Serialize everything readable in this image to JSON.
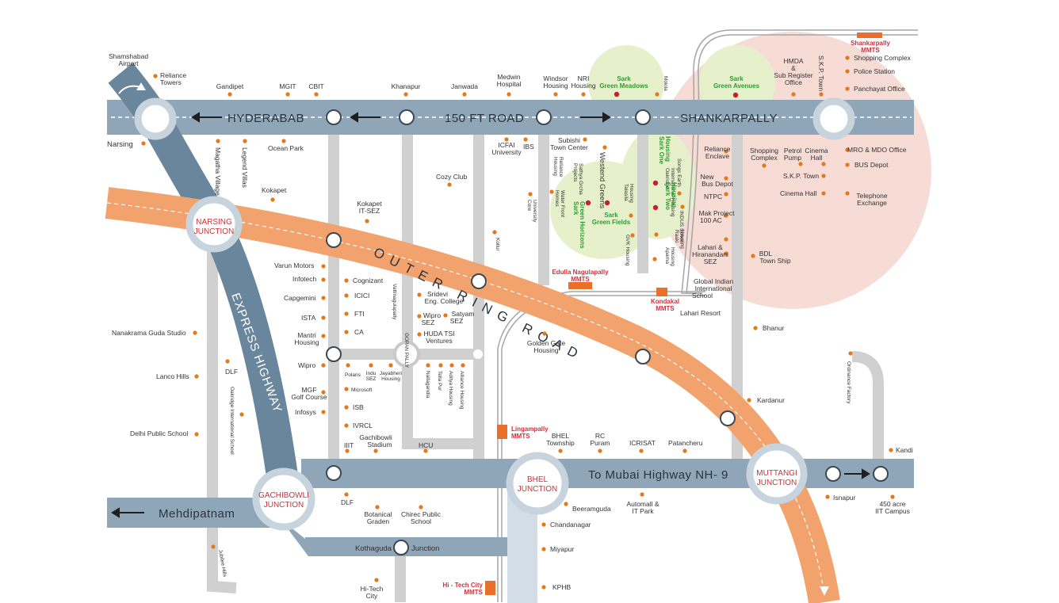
{
  "colors": {
    "highway": "#8fa6b9",
    "express": "#6a869d",
    "orr": "#f2a26d",
    "minor_road": "#d0d0d0",
    "zone_pink": "#f7dcd5",
    "zone_green": "#e6f1cc",
    "dot": "#e27a1b",
    "junction_text": "#c8343a",
    "green_text": "#2f9a32",
    "red_text": "#d2303c"
  },
  "roads": {
    "main_left": "HYDERABAB",
    "main_mid": "150 FT ROAD",
    "main_right": "SHANKARPALLY",
    "outer_ring": "OUTER RING ROAD",
    "express": "EXPRESS HIGHWAY",
    "bottom": "To Mubai Highway NH- 9",
    "left_bottom": "Mehdipatnam",
    "kothaguda_a": "Kothaguda",
    "kothaguda_b": "Junction"
  },
  "junctions": {
    "narsing": [
      "NARSING",
      "JUNCTION"
    ],
    "gachibowli": [
      "GACHIBOWLI",
      "JUNCTION"
    ],
    "bhel": [
      "BHEL",
      "JUNCTION"
    ],
    "muttangi": [
      "MUTTANGI",
      "JUNCTION"
    ]
  },
  "places": {
    "shamshabad": [
      "Shamshabad",
      "Airport"
    ],
    "reliance_towers": [
      "Reliance",
      "Towers"
    ],
    "gandipet": "Gandipet",
    "mgit": "MGIT",
    "cbit": "CBIT",
    "khanapur": "Khanapur",
    "janwada": "Janwada",
    "medwin": [
      "Medwin",
      "Hospital"
    ],
    "windsor": [
      "Windsor",
      "Housing"
    ],
    "nri": [
      "NRI",
      "Housing"
    ],
    "mokila": "Mokila",
    "hmda": [
      "HMDA",
      "&",
      "Sub Register",
      "Office"
    ],
    "skp_town_top": "S.K.P. Town",
    "shopping_complex_r": "Shopping Complex",
    "police_station": "Police Station",
    "panchayat": "Panchayat Office",
    "narsing": "Narsing",
    "magatha": "Magatha Village",
    "legend_villas": "Legend Villas",
    "ocean_park": "Ocean Park",
    "kokapet": "Kokapet",
    "kokapet_sez": [
      "Kokapet",
      "IT-SEZ"
    ],
    "cozy_club": "Cozy Club",
    "icfai": [
      "ICFAI",
      "University"
    ],
    "ibs": "IBS",
    "subishi": [
      "Subishi",
      "Town Center"
    ],
    "reliance_housing": [
      "Reliance",
      "Housing"
    ],
    "sathya": [
      "Sathya Grcha",
      "Projects"
    ],
    "westend": "Westend Greens",
    "water_front": [
      "Water Front",
      "Homes"
    ],
    "core_univ": [
      "Core",
      "University"
    ],
    "kollur": "Kollur",
    "talasila": [
      "Talasila",
      "Housing"
    ],
    "oakridge_intl": [
      "Oakridge",
      "International Housing"
    ],
    "songs_earth": "Songs Earth",
    "reliance_enclave": [
      "Reliance",
      "Enclave"
    ],
    "shopping_complex_m": [
      "Shopping",
      "Complex"
    ],
    "petrol_pump": [
      "Petrol",
      "Pump"
    ],
    "cinema_hall_top": [
      "Cinema",
      "Hall"
    ],
    "mro": "MRO & MDO Office",
    "bus_depot": "BUS Depot",
    "new_bus_depot": [
      "New",
      "Bus Depot"
    ],
    "ntpc": "NTPC",
    "skp_town_mid": "S.K.P. Town",
    "cinema_hall_mid": "Cinema Hall",
    "telephone": [
      "Telephone",
      "Exchange"
    ],
    "mak_project": [
      "Mak Project",
      "100 AC"
    ],
    "indus_school": "INDUS School",
    "gvk": "GVK Housing",
    "aparna": [
      "Aparna",
      "Housing"
    ],
    "raaki": [
      "Raaki",
      "Housing"
    ],
    "lahari_hiranandani": [
      "Lahari &",
      "Hiranandani",
      "SEZ"
    ],
    "bdl": [
      "BDL",
      "Town Ship"
    ],
    "global_indian": [
      "Global Indian",
      "International",
      "School"
    ],
    "lahari_resort": "Lahari Resort",
    "bhanur": "Bhanur",
    "varun": "Varun Motors",
    "infotech": "Infotech",
    "capgemini": "Capgemini",
    "ista": "ISTA",
    "mantri": [
      "Mantri",
      "Housing"
    ],
    "cognizant": "Cognizant",
    "icici": "ICICI",
    "fti": "FTI",
    "ca": "CA",
    "vattinagulapally": "Vattinagulapally",
    "sridevi": [
      "Sridevi",
      "Eng. College"
    ],
    "wipro_sez": [
      "Wipro",
      "SEZ"
    ],
    "satyam_sez": [
      "Satyam",
      "SEZ"
    ],
    "huda": [
      "HUDA TSI",
      "Ventures"
    ],
    "golden_gate": [
      "Golden Gate",
      "Housing"
    ],
    "nanakramaguda": "Nanakrama Guda Studio",
    "lanco": "Lanco Hills",
    "dlf_left": "DLF",
    "oakridge_school": "Oakridge International School",
    "delhi_public": "Delhi Public School",
    "wipro": "Wipro",
    "mgf": [
      "MGF",
      "Golf Course"
    ],
    "infosys": "Infosys",
    "gopan": "GOPAN PALLY",
    "polaris": "Polaris",
    "indu_sez": [
      "Indu",
      "SEZ"
    ],
    "jayabheri": [
      "Jayabheri",
      "Housing"
    ],
    "microsoft": "Microsoft",
    "isb": "ISB",
    "ivrcl": "IVRCL",
    "nallagandla": "Nallagandla",
    "tella_pur": "Tella Pur",
    "aditya": "Aditya Housing",
    "alliance": "Alliance Housing",
    "gachibowli_stadium": [
      "Gachibowli",
      "Stadium"
    ],
    "iiit": "IIIT",
    "hcu": "HCU",
    "bhel_township": [
      "BHEL",
      "Township"
    ],
    "rc_puram": [
      "RC",
      "Puram"
    ],
    "icrisat": "ICRISAT",
    "patancheru": "Patancheru",
    "kardanur": "Kardanur",
    "ordinance": "Ordinance Factory",
    "kandi": "Kandi",
    "isnapur": "Isnapur",
    "iit_campus": [
      "450 acre",
      "IIT Campus"
    ],
    "beeramguda": "Beeramguda",
    "automall": [
      "Automall &",
      "IT Park"
    ],
    "dlf_bottom": "DLF",
    "botanical": [
      "Botanical",
      "Graden"
    ],
    "chirec": [
      "Chirec Public",
      "School"
    ],
    "chandanagar": "Chandanagar",
    "miyapur": "Miyapur",
    "kphb": "KPHB",
    "hitech_city": [
      "Hi-Tech",
      "City"
    ],
    "jubilee_hills": "Jubilee Hills"
  },
  "projects": {
    "sark_meadows": [
      "Sark",
      "Green Meadows"
    ],
    "sark_avenues": [
      "Sark",
      "Green Avenues"
    ],
    "sark_one": [
      "Sark One",
      "Housing"
    ],
    "sark_two": [
      "Sark Two",
      "Housing"
    ],
    "sark_horizons": [
      "Sark",
      "Green Horizons"
    ],
    "sark_fields": [
      "Sark",
      "Green Fields"
    ]
  },
  "stations": {
    "shankarpally_mmts": [
      "Shankarpally",
      "MMTS"
    ],
    "edulla_mmts": [
      "Edulla Nagulapally",
      "MMTS"
    ],
    "kondakal_mmts": [
      "Kondakal",
      "MMTS"
    ],
    "lingampally_mmts": [
      "Lingampally",
      "MMTS"
    ],
    "hitech_mmts": [
      "Hi - Tech City",
      "MMTS"
    ]
  }
}
